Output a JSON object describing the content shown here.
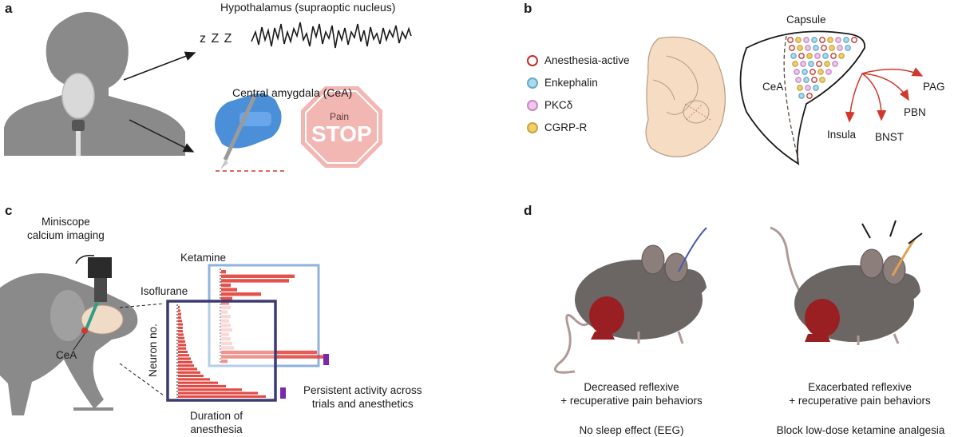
{
  "panels": {
    "a": "a",
    "b": "b",
    "c": "c",
    "d": "d"
  },
  "panel_a": {
    "hypothalamus_label": "Hypothalamus (supraoptic nucleus)",
    "sleep_symbol": "z Z Z",
    "cea_label": "Central amygdala (CeA)",
    "stop_top": "Pain",
    "stop_word": "STOP"
  },
  "panel_b": {
    "legend": [
      {
        "label": "Anesthesia-active",
        "fill": "#ffffff",
        "stroke": "#c0302a"
      },
      {
        "label": "Enkephalin",
        "fill": "#a9dcef",
        "stroke": "#6aa9c4"
      },
      {
        "label": "PKCδ",
        "fill": "#f0c6ee",
        "stroke": "#c48ac2"
      },
      {
        "label": "CGRP-R",
        "fill": "#f3cf6a",
        "stroke": "#c9a43e"
      }
    ],
    "capsule": "Capsule",
    "cea": "CeA",
    "targets": {
      "pag": "PAG",
      "pbn": "PBN",
      "insula": "Insula",
      "bnst": "BNST"
    }
  },
  "panel_c": {
    "miniscope_title": "Miniscope\ncalcium imaging",
    "cea": "CeA",
    "ketamine": "Ketamine",
    "isoflurane": "Isoflurane",
    "neuron_axis": "Neuron no.",
    "duration": "Duration of\nanesthesia",
    "persistent": "Persistent activity across\ntrials and anesthetics"
  },
  "panel_d": {
    "left_caption": "Decreased reflexive\n+ recuperative pain behaviors",
    "left_sub": "No sleep effect (EEG)",
    "right_caption": "Exacerbated reflexive\n+ recuperative pain behaviors",
    "right_sub": "Block low-dose ketamine analgesia"
  },
  "colors": {
    "silhouette": "#8a8a8a",
    "arrow_red": "#d0382b",
    "bar_red": "#e0403a",
    "ketamine_frame": "#8fb3db",
    "isoflurane_frame": "#3c3a6e",
    "purple_marker": "#7a2aa8",
    "mouse_body": "#6b6664",
    "mouse_limb": "#9a1f22"
  }
}
